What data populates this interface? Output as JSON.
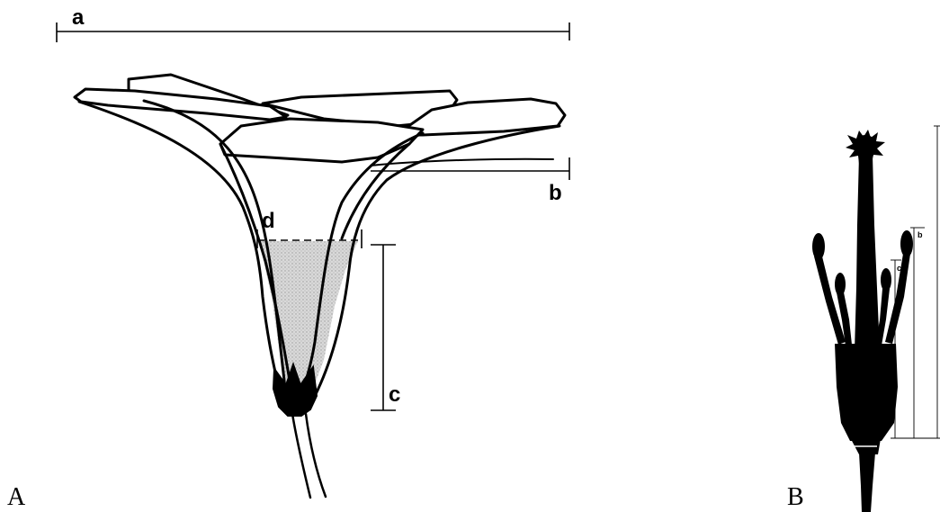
{
  "panels": [
    {
      "label": "A",
      "measurements": {
        "a": "a",
        "b": "b",
        "c": "c",
        "d": "d"
      }
    },
    {
      "label": "B",
      "measurements": {
        "b": "b",
        "c": "c"
      }
    }
  ],
  "colors": {
    "ink": "#000000",
    "tube_shading": "#c8c8c8",
    "background": "#ffffff"
  }
}
